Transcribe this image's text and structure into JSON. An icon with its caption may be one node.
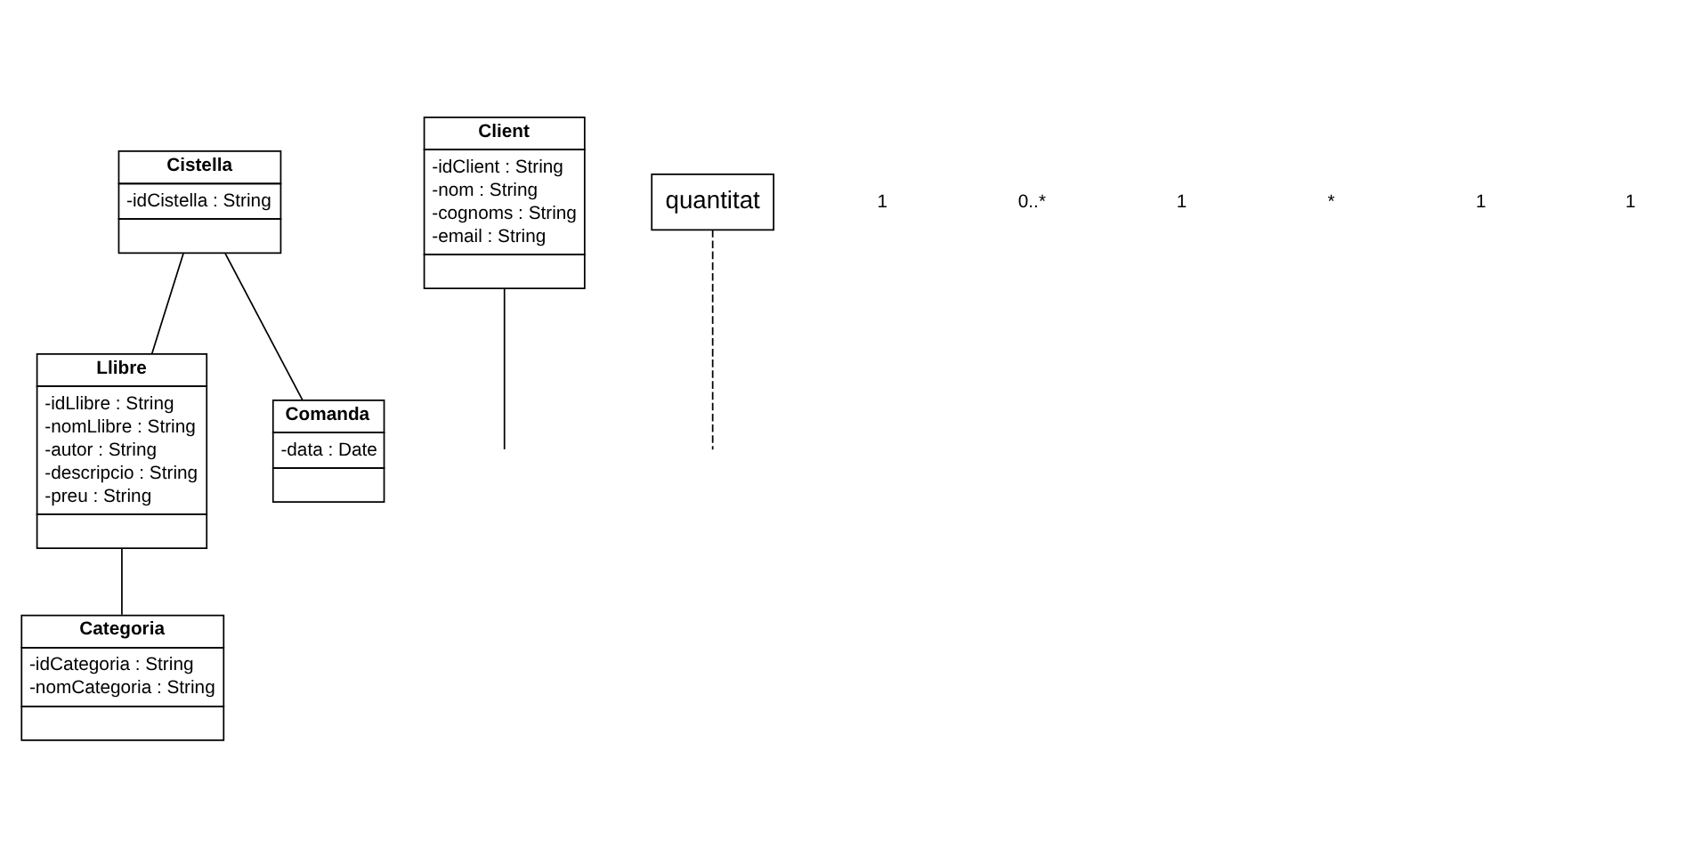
{
  "diagram": {
    "nodes": [
      {
        "text": [
          "Llibre",
          "-idLlibre : String",
          "-nomLlibre : String",
          "-autor : String",
          "-descripcio : String",
          "-preu : String"
        ]
      },
      {
        "text": [
          "Cistella",
          "-idCistella : String"
        ]
      },
      {
        "text": [
          "Client",
          "-idClient : String",
          "-nom : String",
          "-cognoms : String",
          "-email : String"
        ]
      },
      {
        "text": [
          "quantitat"
        ]
      },
      {
        "text": [
          "Categoria",
          "-idCategoria : String",
          "-nomCategoria : String"
        ]
      },
      {
        "text": [
          "Comanda",
          "-data : Date"
        ]
      }
    ],
    "edges": [
      {
        "from": 1,
        "to": 0,
        "arrow": "none"
      },
      {
        "from": 3,
        "to": null,
        "arrow": "none",
        "style": "dashed"
      },
      {
        "from": 2,
        "to": null,
        "arrow": "none"
      },
      {
        "from": 1,
        "to": 5,
        "arrow": "none"
      },
      {
        "from": 0,
        "to": 4,
        "arrow": "none"
      }
    ],
    "labels": [
      "1",
      "0..*",
      "1",
      "*",
      "1",
      "1"
    ]
  }
}
